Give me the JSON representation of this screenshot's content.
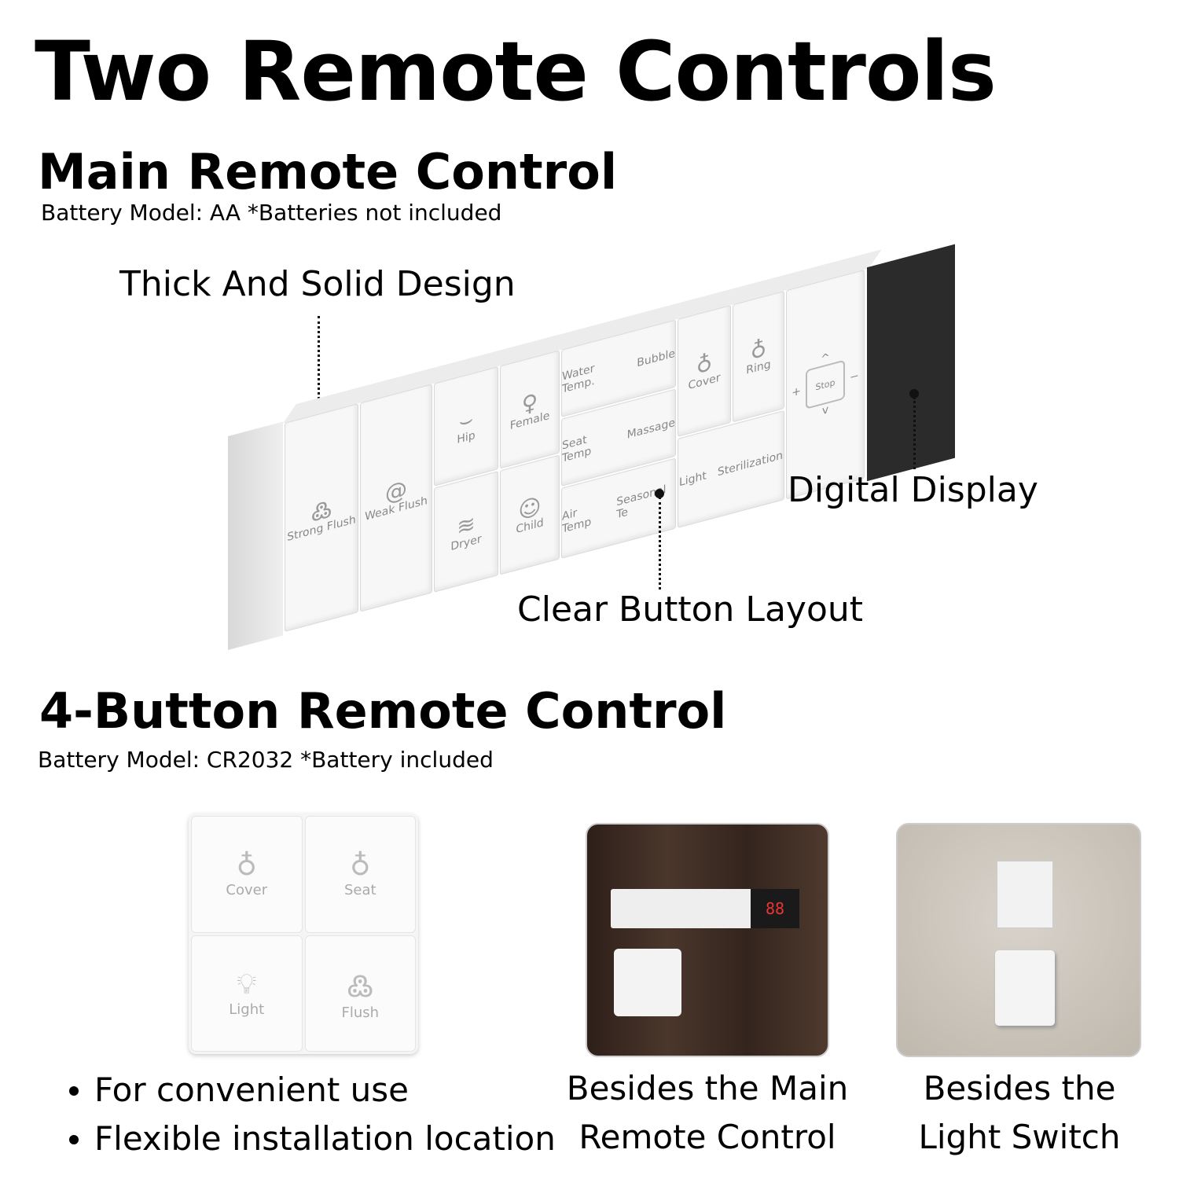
{
  "title": "Two Remote Controls",
  "main": {
    "heading": "Main Remote Control",
    "battery": "Battery Model: AA  *Batteries not included",
    "callouts": {
      "thick": "Thick And Solid Design",
      "display": "Digital Display",
      "layout": "Clear Button Layout"
    },
    "buttons": {
      "strong_flush": "Strong Flush",
      "weak_flush": "Weak Flush",
      "hip": "Hip",
      "dryer": "Dryer",
      "female": "Female",
      "child": "Child",
      "water_temp": "Water Temp.",
      "bubble": "Bubble",
      "seat_temp": "Seat Temp",
      "massage": "Massage",
      "air_temp": "Air Temp",
      "seasonal_temp": "Seasonal Te",
      "cover": "Cover",
      "ring": "Ring",
      "light": "Light",
      "sterilization": "Sterilization",
      "stop": "Stop",
      "plus": "+",
      "minus": "−",
      "up": "^",
      "down": "v"
    }
  },
  "four": {
    "heading": "4-Button Remote Control",
    "battery": "Battery Model: CR2032  *Battery included",
    "buttons": {
      "cover": "Cover",
      "seat": "Seat",
      "light": "Light",
      "flush": "Flush"
    },
    "bullets": [
      "For convenient use",
      "Flexible installation location"
    ],
    "captions": {
      "main": [
        "Besides the Main",
        "Remote Control"
      ],
      "switch": [
        "Besides the",
        "Light Switch"
      ]
    },
    "display_digits": "88"
  },
  "colors": {
    "wood": "#3b2a22",
    "wall": "#cbc5bc",
    "display": "#2b2b2b"
  }
}
